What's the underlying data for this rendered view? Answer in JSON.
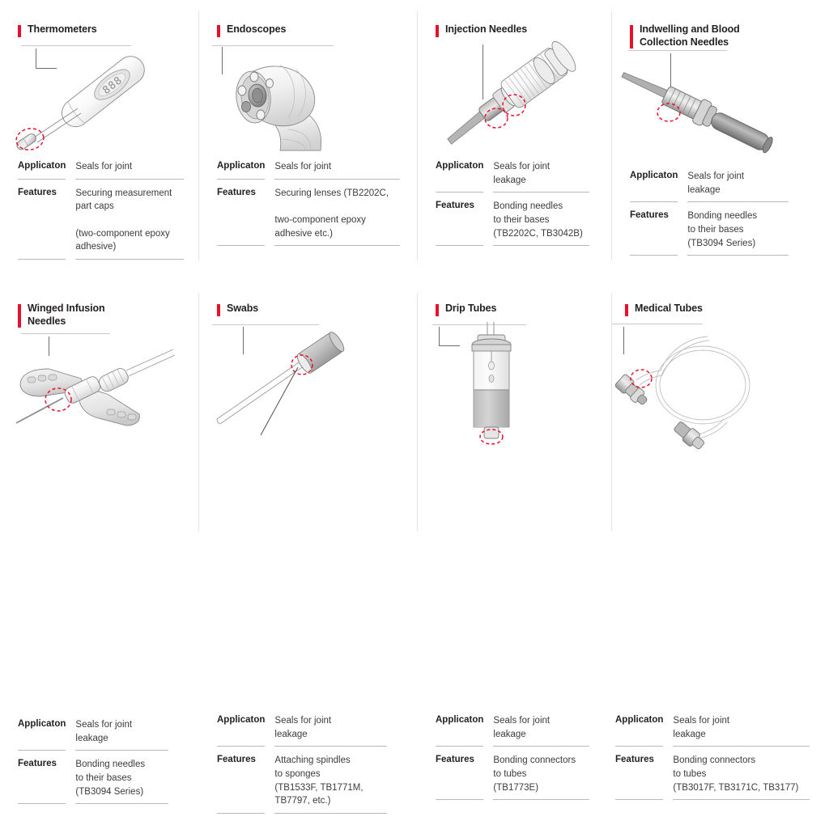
{
  "accent_color": "#e8112d",
  "labels": {
    "application": "Applicaton",
    "features": "Features"
  },
  "panels": [
    {
      "id": "thermometers",
      "title": "Thermometers",
      "icon": "thermometer-illustration",
      "application": "Seals for joint",
      "features": "Securing measurement\npart caps\n\n(two-component epoxy\nadhesive)"
    },
    {
      "id": "endoscopes",
      "title": "Endoscopes",
      "icon": "endoscope-illustration",
      "application": "Seals for joint",
      "features": "Securing lenses (TB2202C,\n\ntwo-component epoxy\nadhesive etc.)"
    },
    {
      "id": "injection-needles",
      "title": "Injection Needles",
      "icon": "syringe-illustration",
      "application": "Seals for joint\nleakage",
      "features": "Bonding needles\nto their bases\n(TB2202C, TB3042B)"
    },
    {
      "id": "indwelling-and-blood-collection-needles",
      "title": "Indwelling and Blood\nCollection Needles",
      "icon": "indwelling-needle-illustration",
      "application": "Seals for joint\nleakage",
      "features": "Bonding needles\nto their bases\n(TB3094 Series)"
    },
    {
      "id": "winged-infusion-needles",
      "title": "Winged Infusion\nNeedles",
      "icon": "winged-infusion-needle-illustration",
      "application": "Seals for joint\nleakage",
      "features": "Bonding needles\nto their bases\n(TB3094 Series)"
    },
    {
      "id": "swabs",
      "title": "Swabs",
      "icon": "swab-illustration",
      "application": "Seals for joint\nleakage",
      "features": "Attaching spindles\nto sponges\n(TB1533F, TB1771M,\nTB7797, etc.)"
    },
    {
      "id": "drip-tubes",
      "title": "Drip Tubes",
      "icon": "drip-chamber-illustration",
      "application": "Seals for joint\nleakage",
      "features": "Bonding connectors\nto tubes\n(TB1773E)"
    },
    {
      "id": "medical-tubes",
      "title": "Medical Tubes",
      "icon": "medical-tube-illustration",
      "application": "Seals for joint\nleakage",
      "features": "Bonding connectors\nto tubes\n(TB3017F, TB3171C, TB3177)"
    }
  ]
}
